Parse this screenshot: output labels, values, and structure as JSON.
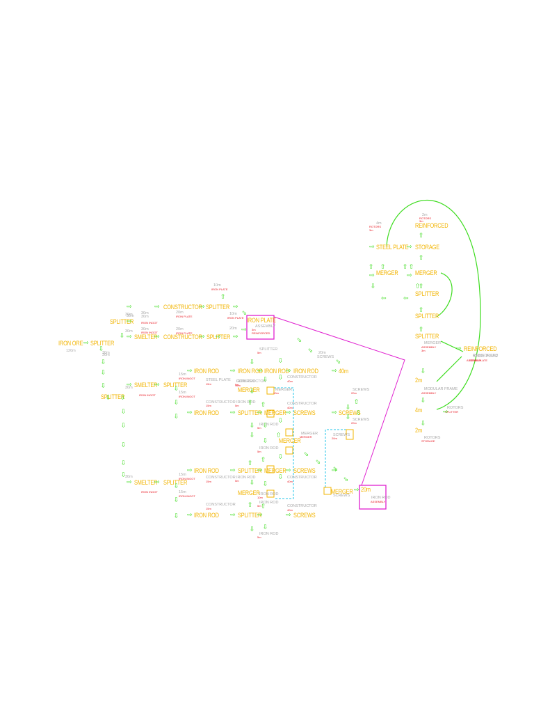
{
  "colors": {
    "node": "#f2b400",
    "arrow": "#3ddc1e",
    "item": "#e8141e",
    "rate": "#a9a9a9",
    "assembly_box": "#e020d0",
    "link_dashed": "#22c4e8",
    "return_belt": "#3ddc1e"
  },
  "icons": {
    "belt_arrow": "arrow-right-icon"
  },
  "texts": [
    "IRON ORE",
    "120m",
    "SPLITTER",
    "30m",
    "SPLITTER",
    "30m",
    "SPLITTER",
    "30m",
    "30m",
    "30m",
    "SMELTER",
    "30m",
    "SMELTER",
    "30m",
    "IRON INGOT",
    "30m",
    "IRON INGOT",
    "30m",
    "IRON INGOT",
    "SMELTER",
    "30m",
    "IRON INGOT",
    "SPLITTER",
    "SPLITTER",
    "SPLITTER",
    "15m",
    "IRON INGOT",
    "15m",
    "IRON INGOT",
    "15m",
    "IRON INGOT",
    "15m",
    "IRON INGOT",
    "CONSTRUCTOR",
    "20m",
    "IRON PLATE",
    "CONSTRUCTOR",
    "20m",
    "IRON PLATE",
    "SPLITTER",
    "10m",
    "IRON PLATE",
    "10m",
    "IRON PLATE",
    "20m",
    "IRON PLATE",
    "ASSEMBLY",
    "3m",
    "REINFORCED",
    "STEEL PLATE",
    "15m",
    "IRON ROD",
    "CONSTRUCTOR",
    "15m",
    "IRON ROD",
    "CONSTRUCTOR",
    "15m",
    "IRON ROD",
    "CONSTRUCTOR",
    "15m",
    "IRON ROD",
    "CONSTRUCTOR",
    "15m",
    "IRON ROD",
    "SPLITTER",
    "SPLITTER",
    "SPLITTER",
    "SPLITTER",
    "5m",
    "IRON ROD",
    "5m",
    "IRON ROD",
    "5m",
    "IRON ROD",
    "5m",
    "IRON ROD",
    "5m",
    "IRON ROD",
    "5m",
    "IRON ROD",
    "5m",
    "IRON ROD",
    "5m",
    "IRON ROD",
    "MERGER",
    "MERGER",
    "MERGER",
    "MERGER",
    "MERGER",
    "MERGER",
    "MERGER",
    "10m",
    "IRON ROD",
    "10m",
    "IRON ROD",
    "CONSTRUCTOR",
    "40m",
    "SCREWS",
    "CONSTRUCTOR",
    "40m",
    "SCREWS",
    "CONSTRUCTOR",
    "40m",
    "SCREWS",
    "CONSTRUCTOR",
    "40m",
    "SCREWS",
    "20m",
    "SCREWS",
    "20m",
    "SCREWS",
    "20m",
    "SCREWS",
    "20m",
    "SCREWS",
    "40m",
    "SCREWS",
    "MERGER",
    "MERGER",
    "20m",
    "IRON ROD",
    "ASSEMBLY",
    "4m",
    "ROTORS",
    "3m",
    "REINFORCED",
    "STEEL PLATE",
    "STORAGE",
    "MERGER",
    "MERGER",
    "SPLITTER",
    "SPLITTER",
    "SPLITTER",
    "MERGER",
    "ASSEMBLY",
    "3m",
    "REINFORCED",
    "STEEL PLATE",
    "ASSEMBLY",
    "2m",
    "MODULAR FRAME",
    "ASSEMBLY",
    "4m",
    "ROTORS",
    "SPLITTER",
    "2m",
    "ROTORS",
    "STORAGE",
    "2m",
    "ROTORS",
    "3m",
    "REINFORCED",
    "STEEL PLATE",
    "2m",
    "MODULAR FRAME"
  ]
}
